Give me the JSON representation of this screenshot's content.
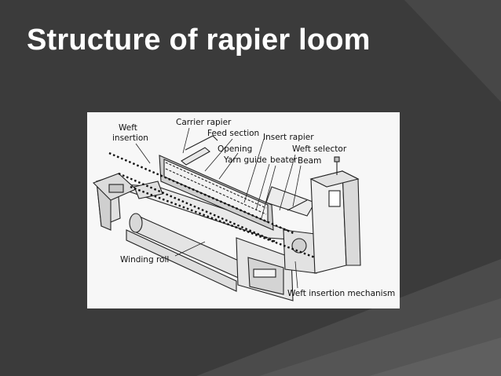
{
  "slide": {
    "title": "Structure of rapier loom"
  },
  "diagram": {
    "labels": {
      "weft_insertion_1": "Weft",
      "weft_insertion_2": "insertion",
      "carrier_rapier": "Carrier rapier",
      "feed_section": "Feed section",
      "insert_rapier": "Insert rapier",
      "opening": "Opening",
      "weft_selector": "Weft selector",
      "yarn_guide": "Yarn guide",
      "beater": "beater",
      "beam": "Beam",
      "winding_roll": "Winding roll",
      "weft_insertion_mechanism": "Weft insertion mechanism"
    }
  },
  "colors": {
    "background": "#3d3d3d",
    "panel": "#f7f7f7",
    "title": "#ffffff"
  }
}
